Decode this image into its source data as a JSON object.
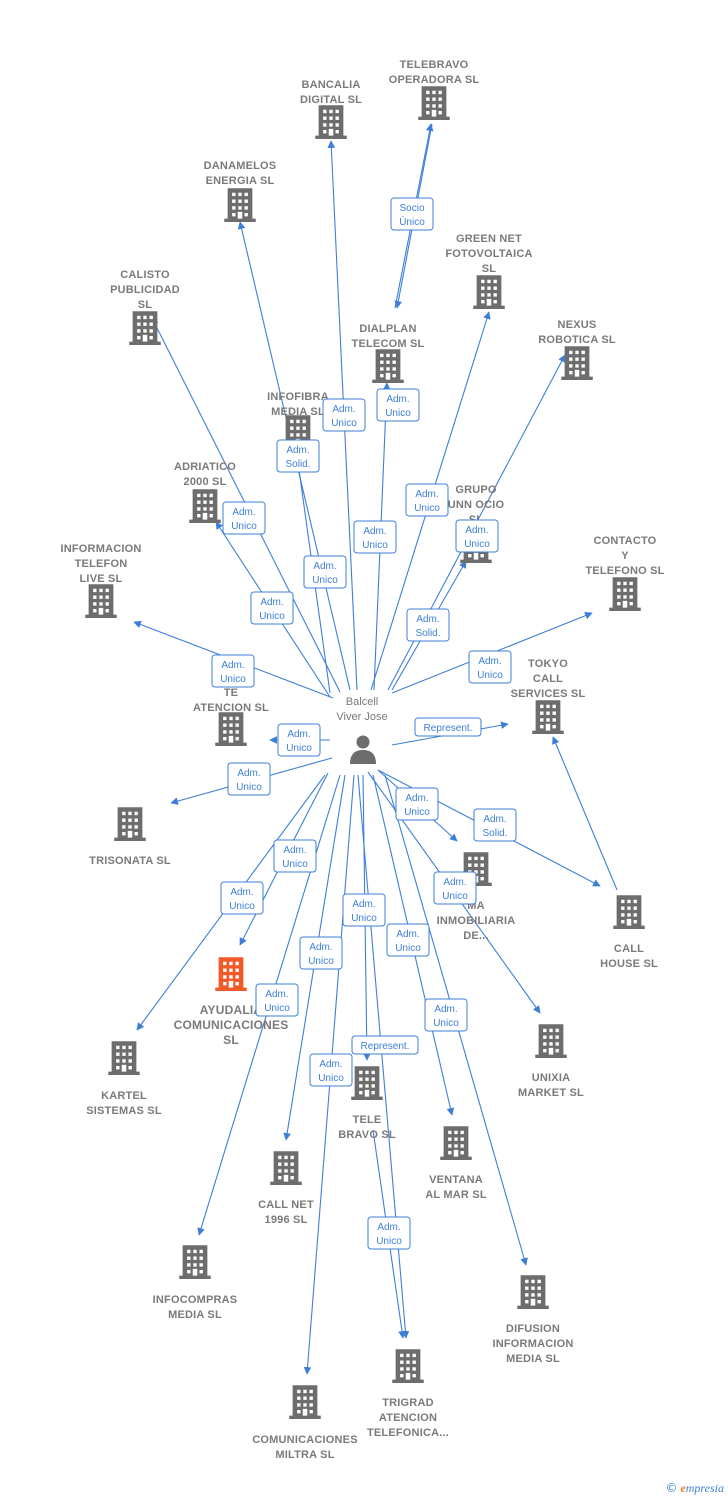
{
  "center": {
    "name_lines": [
      "Balcell",
      "Viver Jose"
    ]
  },
  "nodes": [
    {
      "id": "bancalia",
      "lines": [
        "BANCALIA",
        "DIGITAL  SL"
      ]
    },
    {
      "id": "telebravo-op",
      "lines": [
        "TELEBRAVO",
        "OPERADORA SL"
      ]
    },
    {
      "id": "danamelos",
      "lines": [
        "DANAMELOS",
        "ENERGIA  SL"
      ]
    },
    {
      "id": "greennet",
      "lines": [
        "GREEN NET",
        "FOTOVOLTAICA",
        "SL"
      ]
    },
    {
      "id": "calisto",
      "lines": [
        "CALISTO",
        "PUBLICIDAD",
        "SL"
      ]
    },
    {
      "id": "nexus",
      "lines": [
        "NEXUS",
        "ROBOTICA  SL"
      ]
    },
    {
      "id": "dialplan",
      "lines": [
        "DIALPLAN",
        "TELECOM SL"
      ]
    },
    {
      "id": "infofibra",
      "lines": [
        "INFOFIBRA",
        "MEDIA  SL"
      ]
    },
    {
      "id": "adriatico",
      "lines": [
        "ADRIATICO",
        "2000  SL"
      ]
    },
    {
      "id": "grupo",
      "lines": [
        "GRUPO",
        "UNN OCIO",
        "SL"
      ]
    },
    {
      "id": "informacion",
      "lines": [
        "INFORMACION",
        "TELEFON",
        "LIVE  SL"
      ]
    },
    {
      "id": "contacto",
      "lines": [
        "CONTACTO",
        "Y",
        "TELEFONO  SL"
      ]
    },
    {
      "id": "tokyo",
      "lines": [
        "TOKYO",
        "CALL",
        "SERVICES  SL"
      ]
    },
    {
      "id": "atencion",
      "lines": [
        "TE",
        "ATENCION  SL"
      ]
    },
    {
      "id": "trisonata",
      "lines": [
        "TRISONATA SL"
      ]
    },
    {
      "id": "callhouse",
      "lines": [
        "CALL",
        "HOUSE SL"
      ]
    },
    {
      "id": "inmobiliaria",
      "lines": [
        "MA",
        "INMOBILIARIA",
        "DE..."
      ]
    },
    {
      "id": "ayudalia",
      "lines": [
        "AYUDALIA",
        "COMUNICACIONES",
        "SL"
      ],
      "highlight": true
    },
    {
      "id": "kartel",
      "lines": [
        "KARTEL",
        "SISTEMAS  SL"
      ]
    },
    {
      "id": "unixia",
      "lines": [
        "UNIXIA",
        "MARKET  SL"
      ]
    },
    {
      "id": "telebravo",
      "lines": [
        "TELE",
        "BRAVO SL"
      ]
    },
    {
      "id": "ventana",
      "lines": [
        "VENTANA",
        "AL MAR SL"
      ]
    },
    {
      "id": "callnet",
      "lines": [
        "CALL NET",
        "1996  SL"
      ]
    },
    {
      "id": "infocompras",
      "lines": [
        "INFOCOMPRAS",
        "MEDIA  SL"
      ]
    },
    {
      "id": "difusion",
      "lines": [
        "DIFUSION",
        "INFORMACION",
        "MEDIA  SL"
      ]
    },
    {
      "id": "trigrad",
      "lines": [
        "TRIGRAD",
        "ATENCION",
        "TELEFONICA..."
      ]
    },
    {
      "id": "comunicaciones",
      "lines": [
        "COMUNICACIONES",
        "MILTRA  SL"
      ]
    }
  ],
  "relations": [
    {
      "lines": [
        "Socio",
        "Único"
      ]
    },
    {
      "lines": [
        "Adm.",
        "Unico"
      ]
    },
    {
      "lines": [
        "Adm.",
        "Unico"
      ]
    },
    {
      "lines": [
        "Adm.",
        "Solid."
      ]
    },
    {
      "lines": [
        "Adm.",
        "Unico"
      ]
    },
    {
      "lines": [
        "Adm.",
        "Unico"
      ]
    },
    {
      "lines": [
        "Adm.",
        "Unico"
      ]
    },
    {
      "lines": [
        "Adm.",
        "Unico"
      ]
    },
    {
      "lines": [
        "Adm.",
        "Unico"
      ]
    },
    {
      "lines": [
        "Adm.",
        "Unico"
      ]
    },
    {
      "lines": [
        "Adm.",
        "Solid."
      ]
    },
    {
      "lines": [
        "Adm.",
        "Unico"
      ]
    },
    {
      "lines": [
        "Adm.",
        "Unico"
      ]
    },
    {
      "lines": [
        "Adm.",
        "Unico"
      ]
    },
    {
      "lines": [
        "Adm.",
        "Unico"
      ]
    },
    {
      "lines": [
        "Represent."
      ]
    },
    {
      "lines": [
        "Adm.",
        "Unico"
      ]
    },
    {
      "lines": [
        "Adm.",
        "Solid."
      ]
    },
    {
      "lines": [
        "Adm.",
        "Unico"
      ]
    },
    {
      "lines": [
        "Adm.",
        "Unico"
      ]
    },
    {
      "lines": [
        "Adm.",
        "Unico"
      ]
    },
    {
      "lines": [
        "Adm.",
        "Unico"
      ]
    },
    {
      "lines": [
        "Adm.",
        "Unico"
      ]
    },
    {
      "lines": [
        "Adm.",
        "Unico"
      ]
    },
    {
      "lines": [
        "Adm.",
        "Unico"
      ]
    },
    {
      "lines": [
        "Adm.",
        "Unico"
      ]
    },
    {
      "lines": [
        "Represent."
      ]
    },
    {
      "lines": [
        "Adm.",
        "Unico"
      ]
    },
    {
      "lines": [
        "Adm.",
        "Unico"
      ]
    }
  ],
  "colors": {
    "edge": "#3d7fd6",
    "building": "#6d6d6d",
    "highlight": "#f05a28",
    "person": "#6d6d6d"
  },
  "credit": {
    "copyright": "©",
    "brand_initial": "e",
    "brand_rest": "mpresia"
  }
}
